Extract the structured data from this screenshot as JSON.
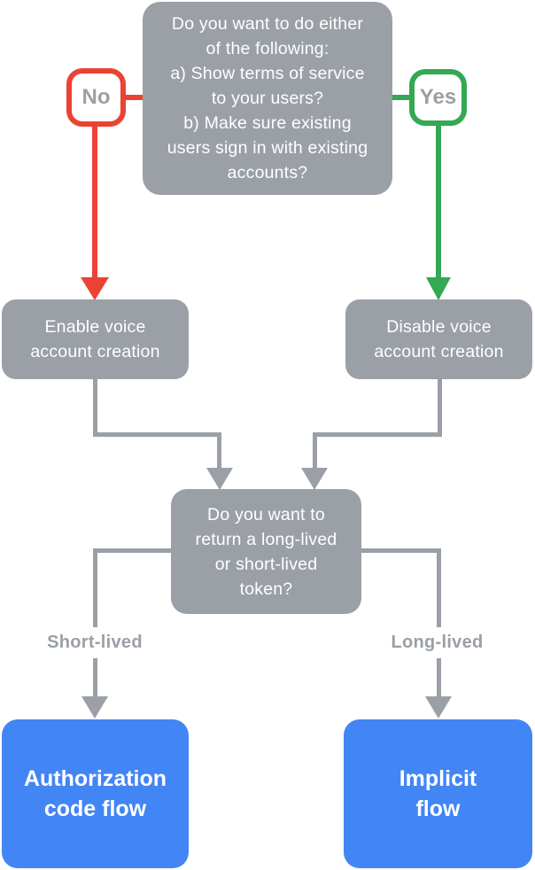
{
  "colors": {
    "background": "#FFFFFF",
    "box_gray": "#9AA0A6",
    "arrow_red": "#EA4335",
    "arrow_green": "#34A853",
    "result_blue": "#4285F4",
    "label_text_gray": "#9AA0A6",
    "node_text": "#FFFFFF"
  },
  "nodes": {
    "root_question": {
      "text": "Do you want to do either\nof the following:\na) Show terms of service\nto your users?\nb) Make sure existing\nusers sign in with existing\naccounts?"
    },
    "no_badge": {
      "label": "No"
    },
    "yes_badge": {
      "label": "Yes"
    },
    "enable_voice": {
      "text": "Enable voice\naccount creation"
    },
    "disable_voice": {
      "text": "Disable voice\naccount creation"
    },
    "token_question": {
      "text": "Do you want to\nreturn a long-lived\nor short-lived\ntoken?"
    },
    "short_lived_label": {
      "text": "Short-lived"
    },
    "long_lived_label": {
      "text": "Long-lived"
    },
    "authorization_code_flow": {
      "text": "Authorization\ncode flow"
    },
    "implicit_flow": {
      "text": "Implicit\nflow"
    }
  }
}
